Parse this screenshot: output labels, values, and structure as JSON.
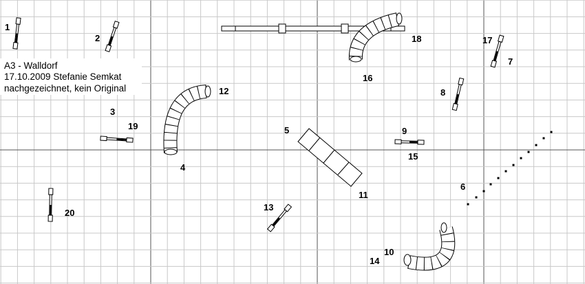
{
  "caption": {
    "line1": "A3 - Walldorf",
    "line2": "17.10.2009 Stefanie Semkat",
    "line3": "nachgezeichnet, kein Original"
  },
  "labels": {
    "n1": "1",
    "n2": "2",
    "n3": "3",
    "n4": "4",
    "n5": "5",
    "n6": "6",
    "n7": "7",
    "n8": "8",
    "n9": "9",
    "n10": "10",
    "n11": "11",
    "n12": "12",
    "n13": "13",
    "n14": "14",
    "n15": "15",
    "n16": "16",
    "n17": "17",
    "n18": "18",
    "n19": "19",
    "n20": "20"
  },
  "colors": {
    "grid": "#c8c8c8",
    "major_grid": "#555555",
    "ink": "#000000"
  }
}
